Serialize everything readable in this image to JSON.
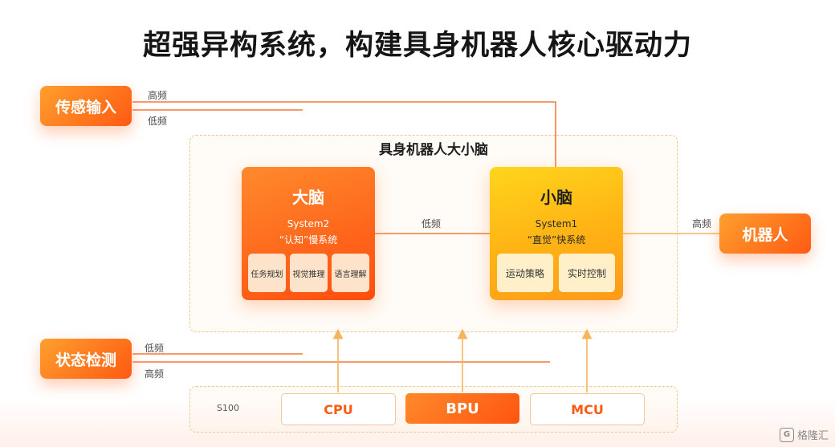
{
  "title": "超强异构系统，构建具身机器人核心驱动力",
  "region_title": "具身机器人大小脑",
  "inputs": {
    "sensor": "传感输入",
    "status": "状态检测",
    "robot": "机器人"
  },
  "big_brain": {
    "title": "大脑",
    "system": "System2",
    "desc": "“认知”慢系统",
    "chips": [
      "任务规划",
      "视觉推理",
      "语言理解"
    ]
  },
  "small_brain": {
    "title": "小脑",
    "system": "System1",
    "desc": "“直觉”快系统",
    "chips": [
      "运动策略",
      "实时控制"
    ]
  },
  "freq_labels": {
    "high": "高频",
    "low": "低频"
  },
  "hardware": {
    "label": "S100",
    "cpu": "CPU",
    "bpu": "BPU",
    "mcu": "MCU"
  },
  "watermark": "格隆汇",
  "colors": {
    "accent_orange": "#ff5a12",
    "accent_yellow": "#ffd21a",
    "line": "#f47a3c",
    "arrow": "#f6b45c"
  },
  "icons": {
    "watermark_logo": "G"
  }
}
